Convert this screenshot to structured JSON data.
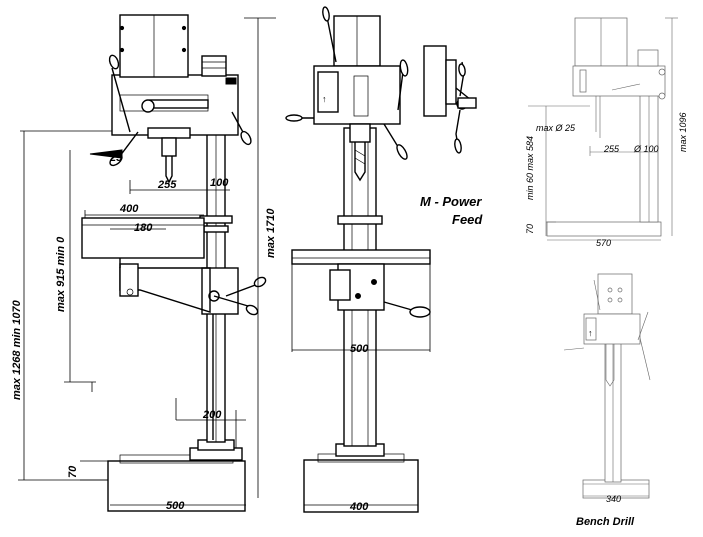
{
  "diagram": {
    "floor_drill_side_view": {
      "dims": {
        "height_total": "max 1710",
        "height_table_range": "max 1268  min 1070",
        "table_travel": "max 915  min 0",
        "base_height": "70",
        "base_width": "500",
        "column_dia": "200",
        "table_width": "400",
        "table_dia": "180",
        "reach": "255",
        "column_to_spindle": "100",
        "drill_capacity": "25"
      }
    },
    "floor_drill_front_view": {
      "dims": {
        "table_width": "500",
        "base_width": "400"
      },
      "caption_line1": "M -  Power",
      "caption_line2": "Feed"
    },
    "bench_drill_side_view": {
      "dims": {
        "drill_capacity": "max Ø 25",
        "reach": "255",
        "column_dia": "Ø 100",
        "height_total": "max 1096",
        "table_range": "min 60 max 584",
        "base_height": "70",
        "base_width": "570"
      }
    },
    "bench_drill_front_view": {
      "dims": {
        "base_width": "340"
      },
      "caption": "Bench Drill"
    }
  }
}
